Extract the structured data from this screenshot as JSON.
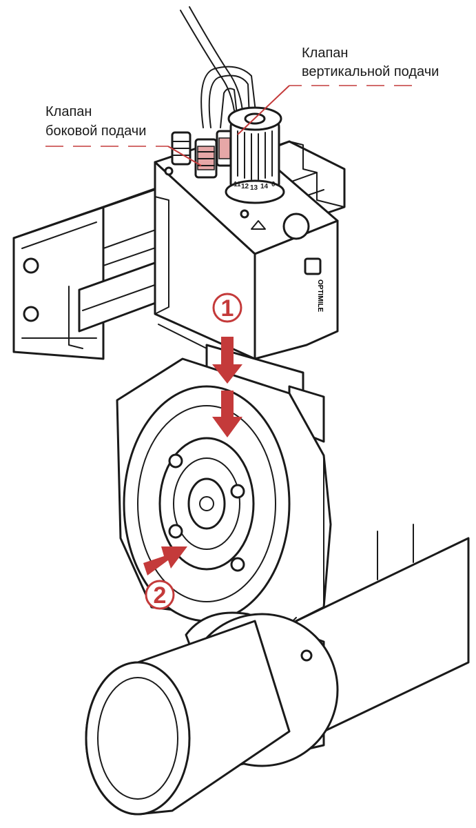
{
  "labels": {
    "vertical_valve": [
      "Клапан",
      "вертикальной подачи"
    ],
    "side_valve": [
      "Клапан",
      "боковой подачи"
    ]
  },
  "markers": {
    "one": "1",
    "two": "2"
  },
  "dial_scale": [
    "11",
    "12",
    "13",
    "14",
    "0"
  ],
  "logo": "OPTIMILE",
  "colors": {
    "accent": "#c43a3a",
    "line": "#1a1a1a",
    "background": "#ffffff"
  }
}
